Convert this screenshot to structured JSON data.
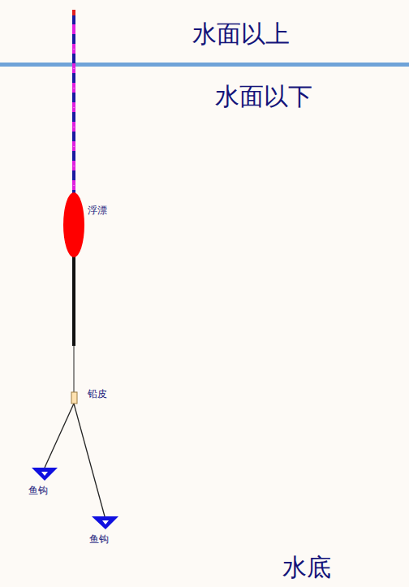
{
  "diagram": {
    "labels": [
      "水面以上",
      "水面以下",
      "浮漂",
      "铅皮",
      "鱼钩",
      "鱼钩",
      "水底"
    ]
  }
}
